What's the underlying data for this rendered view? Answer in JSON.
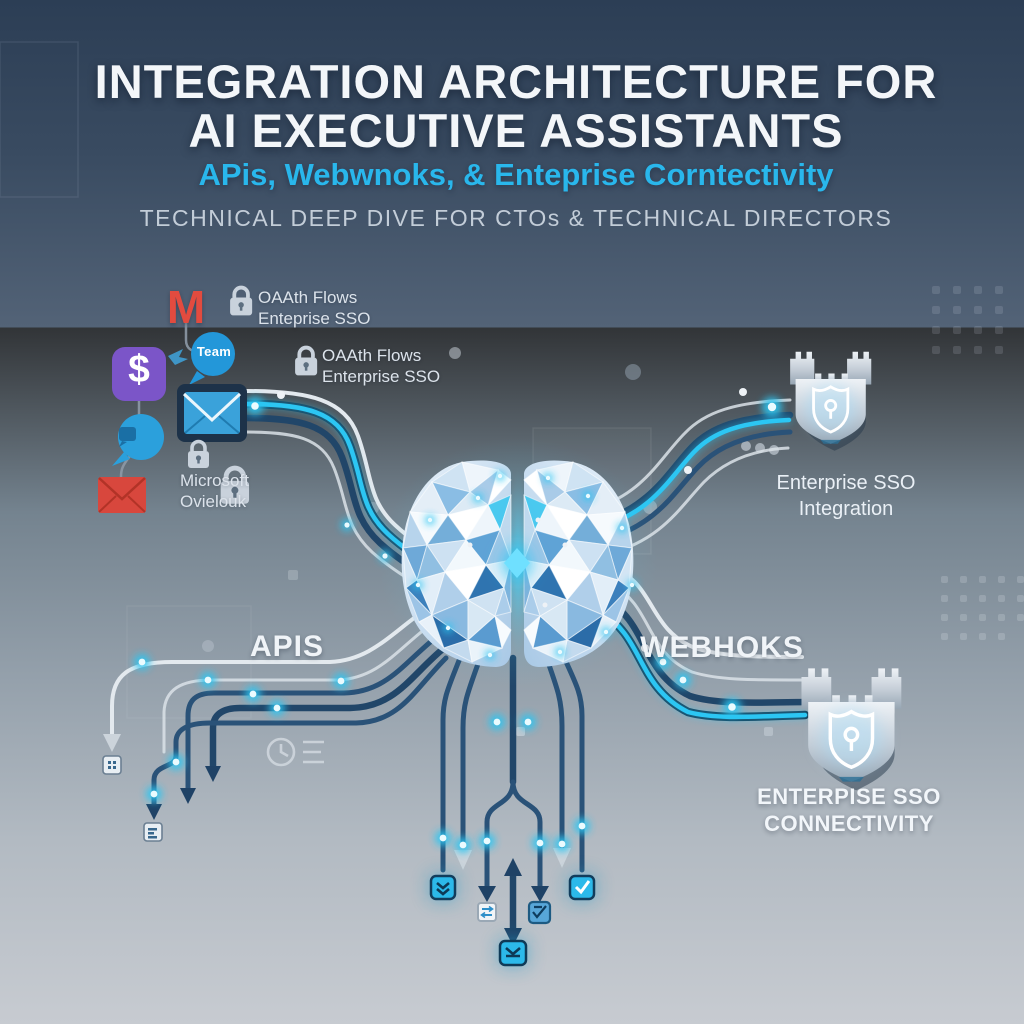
{
  "header": {
    "title_line1": "INTEGRATION ARCHITECTURE FOR",
    "title_line2": "AI EXECUTIVE ASSISTANTS",
    "subtitle": "APis, Webwnoks, & Enteprise Corntectivity",
    "tagline": "TECHNICAL DEEP DIVE FOR CTOs & TECHNICAL DIRECTORS"
  },
  "annotations": {
    "oauth_top": {
      "line1": "OAAth Flows",
      "line2": "Enteprise SSO"
    },
    "oauth_mid": {
      "line1": "OAAth Flows",
      "line2": "Enterprise SSO"
    },
    "outlook": {
      "line1": "Microsoft",
      "line2": "Ovielouk"
    },
    "apis": "APIS",
    "webhooks": "WEBHOKS"
  },
  "shields": {
    "integration": {
      "line1": "Enterprise SSO",
      "line2": "Integration"
    },
    "connectivity": {
      "line1": "ENTERPISE SSO",
      "line2": "CONNECTIVITY"
    }
  },
  "icons": {
    "gmail_letter": "M",
    "teams_label": "Team",
    "dollar_sign": "$"
  },
  "colors": {
    "accent_cyan": "#29b7ec",
    "glow_cyan": "#2cc6f3",
    "pipe_navy": "#214669",
    "title_white": "#f3f6f9",
    "tagline_gray": "#c3cdd8",
    "gmail_red": "#e24b3f",
    "dollar_purple": "#7b55c8",
    "bubble_blue": "#2a9fdb",
    "envelope_red": "#d8473d",
    "shield_gray": "#d9e0e7"
  }
}
